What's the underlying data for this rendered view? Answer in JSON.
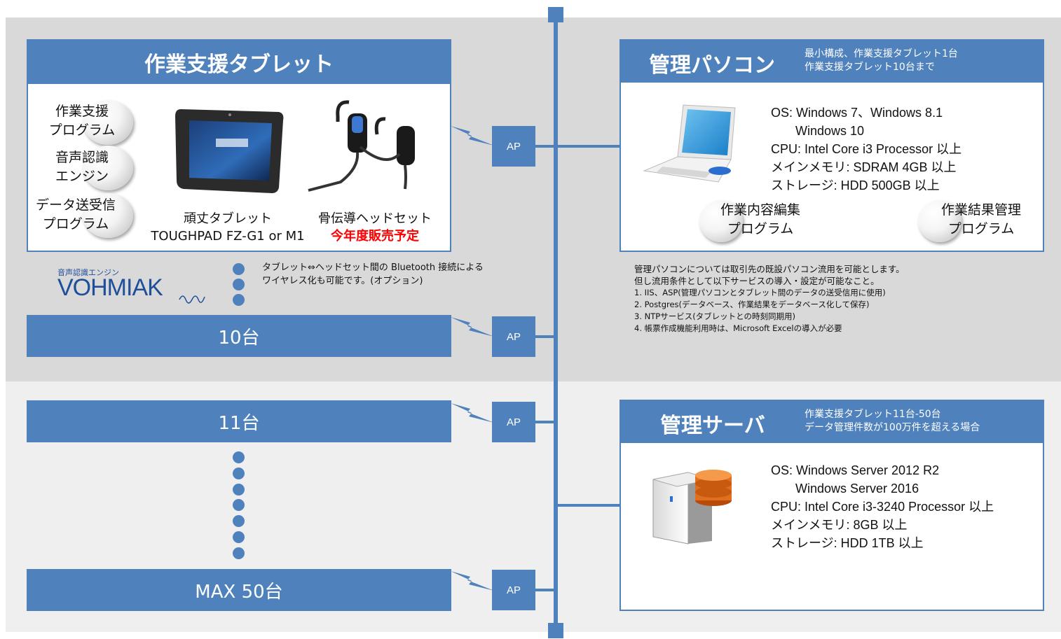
{
  "tablet_panel": {
    "title": "作業支援タブレット",
    "bubbles": [
      {
        "line1": "作業支援",
        "line2": "プログラム"
      },
      {
        "line1": "音声認識",
        "line2": "エンジン"
      },
      {
        "line1": "データ送受信",
        "line2": "プログラム"
      }
    ],
    "tablet_caption_1": "頑丈タブレット",
    "tablet_caption_2": "TOUGHPAD FZ-G1 or M1",
    "headset_caption_1": "骨伝導ヘッドセット",
    "headset_caption_2": "今年度販売予定"
  },
  "bluetooth_note": {
    "line1": "タブレット⇔ヘッドセット間の Bluetooth 接続による",
    "line2": "ワイヤレス化も可能です。(オプション)"
  },
  "logo": {
    "small": "音声認識エンジン",
    "name": "VOHMIAK"
  },
  "bars": {
    "b10": "10台",
    "b11": "11台",
    "bmax": "MAX 50台"
  },
  "ap_label": "AP",
  "pc_panel": {
    "title": "管理パソコン",
    "note1": "最小構成、作業支援タブレット1台",
    "note2": "作業支援タブレット10台まで",
    "specs": [
      "OS: Windows 7、Windows 8.1",
      "Windows 10",
      "CPU: Intel Core i3 Processor 以上",
      "メインメモリ: SDRAM 4GB 以上",
      "ストレージ: HDD 500GB 以上"
    ],
    "bubble1": {
      "line1": "作業内容編集",
      "line2": "プログラム"
    },
    "bubble2": {
      "line1": "作業結果管理",
      "line2": "プログラム"
    }
  },
  "pc_notes": [
    "管理パソコンについては取引先の既設パソコン流用を可能とします。",
    "但し流用条件として以下サービスの導入・設定が可能なこと。",
    "1. IIS、ASP(管理パソコンとタブレット間のデータの送受信用に使用)",
    "2. Postgres(データベース、作業結果をデータベース化して保存)",
    "3. NTPサービス(タブレットとの時刻同期用)",
    "4. 帳票作成機能利用時は、Microsoft Excelの導入が必要"
  ],
  "server_panel": {
    "title": "管理サーバ",
    "note1": "作業支援タブレット11台-50台",
    "note2": "データ管理件数が100万件を超える場合",
    "specs": [
      "OS: Windows Server 2012 R2",
      "Windows Server 2016",
      "CPU: Intel Core i3-3240 Processor 以上",
      "メインメモリ: 8GB 以上",
      "ストレージ: HDD 1TB 以上"
    ]
  },
  "colors": {
    "accent": "#4f81bd",
    "red": "#ff0000"
  }
}
